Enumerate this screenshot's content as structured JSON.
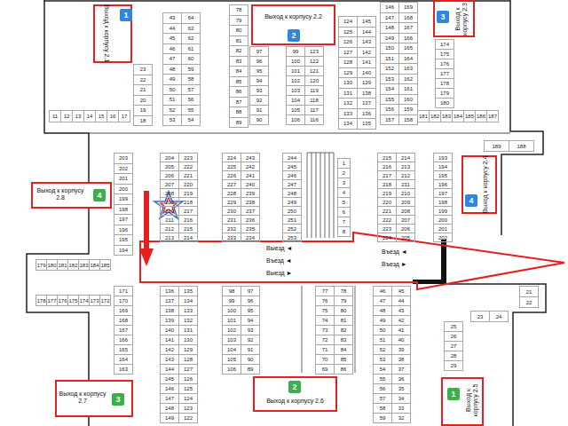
{
  "diagram": {
    "nodes": [
      {
        "text": [
          "Выход к корпусу 2.1"
        ]
      },
      {
        "text": [
          "1"
        ],
        "in": 0
      },
      {
        "text": [
          "Выход к корпусу 2.2"
        ]
      },
      {
        "text": [
          "2"
        ],
        "in": 2
      },
      {
        "text": [
          "Выход к корпусу 2.3"
        ]
      },
      {
        "text": [
          "3"
        ],
        "in": 4
      },
      {
        "text": [
          "Выход к корпусу 2.8"
        ]
      },
      {
        "text": [
          "4"
        ],
        "in": 6
      },
      {
        "text": [
          "Выход к корпусу 2.4"
        ]
      },
      {
        "text": [
          "4"
        ],
        "in": 8
      },
      {
        "text": [
          "Выход к корпусу 2.7"
        ]
      },
      {
        "text": [
          "3"
        ],
        "in": 10
      },
      {
        "text": [
          "Выход к корпусу 2.6"
        ]
      },
      {
        "text": [
          "2"
        ],
        "in": 12
      },
      {
        "text": [
          "Выход к корпусу 2.5"
        ]
      },
      {
        "text": [
          "1"
        ],
        "in": 14
      }
    ],
    "labels": [
      "Выезд ◄",
      "Въезд ◄",
      "Въезд ►",
      "Въезд ◄",
      "Выезд ►",
      "23",
      "22",
      "21",
      "20",
      "19",
      "18",
      "43",
      "44",
      "45",
      "46",
      "47",
      "48",
      "49",
      "50",
      "51",
      "52",
      "53",
      "64",
      "63",
      "62",
      "61",
      "60",
      "59",
      "58",
      "57",
      "56",
      "55",
      "54",
      "78",
      "79",
      "80",
      "81",
      "82",
      "83",
      "84",
      "85",
      "86",
      "87",
      "88",
      "89",
      "97",
      "96",
      "95",
      "94",
      "93",
      "92",
      "91",
      "90",
      "99",
      "100",
      "101",
      "102",
      "103",
      "104",
      "105",
      "106",
      "123",
      "122",
      "121",
      "120",
      "119",
      "118",
      "117",
      "116",
      "124",
      "125",
      "126",
      "127",
      "128",
      "129",
      "130",
      "131",
      "132",
      "133",
      "134",
      "145",
      "144",
      "143",
      "142",
      "141",
      "140",
      "139",
      "138",
      "137",
      "136",
      "135",
      "146",
      "147",
      "148",
      "149",
      "150",
      "151",
      "152",
      "153",
      "154",
      "155",
      "156",
      "157",
      "169",
      "168",
      "167",
      "166",
      "165",
      "164",
      "163",
      "162",
      "161",
      "160",
      "159",
      "158",
      "174",
      "175",
      "176",
      "177",
      "178",
      "179",
      "180",
      "11",
      "12",
      "13",
      "14",
      "15",
      "16",
      "17",
      "181",
      "182",
      "183",
      "184",
      "185",
      "186",
      "187",
      "189",
      "188",
      "203",
      "202",
      "201",
      "200",
      "199",
      "198",
      "197",
      "196",
      "195",
      "194",
      "179",
      "180",
      "181",
      "182",
      "183",
      "184",
      "185",
      "178",
      "177",
      "176",
      "175",
      "174",
      "173",
      "172",
      "204",
      "205",
      "206",
      "207",
      "208",
      "209",
      "210",
      "211",
      "212",
      "213",
      "223",
      "222",
      "221",
      "220",
      "219",
      "218",
      "217",
      "216",
      "215",
      "214",
      "224",
      "225",
      "226",
      "227",
      "228",
      "229",
      "230",
      "231",
      "232",
      "233",
      "243",
      "242",
      "241",
      "240",
      "239",
      "238",
      "237",
      "236",
      "235",
      "234",
      "244",
      "245",
      "246",
      "247",
      "248",
      "249",
      "250",
      "251",
      "252",
      "253",
      "1",
      "2",
      "3",
      "4",
      "5",
      "6",
      "7",
      "8",
      "215",
      "216",
      "217",
      "218",
      "219",
      "220",
      "221",
      "222",
      "223",
      "224",
      "214",
      "213",
      "212",
      "211",
      "210",
      "209",
      "208",
      "207",
      "206",
      "205",
      "193",
      "194",
      "195",
      "196",
      "197",
      "198",
      "199",
      "200",
      "201",
      "202",
      "171",
      "170",
      "169",
      "168",
      "167",
      "166",
      "165",
      "164",
      "163",
      "136",
      "137",
      "138",
      "139",
      "140",
      "141",
      "142",
      "143",
      "144",
      "145",
      "146",
      "147",
      "148",
      "149",
      "135",
      "134",
      "133",
      "132",
      "131",
      "130",
      "129",
      "128",
      "127",
      "126",
      "125",
      "124",
      "123",
      "122",
      "98",
      "99",
      "100",
      "101",
      "102",
      "103",
      "104",
      "105",
      "106",
      "97",
      "96",
      "95",
      "94",
      "93",
      "92",
      "91",
      "90",
      "89",
      "77",
      "76",
      "75",
      "74",
      "73",
      "72",
      "71",
      "70",
      "69",
      "78",
      "79",
      "80",
      "81",
      "82",
      "83",
      "84",
      "85",
      "86",
      "46",
      "47",
      "48",
      "49",
      "50",
      "51",
      "52",
      "53",
      "54",
      "55",
      "56",
      "57",
      "58",
      "59",
      "45",
      "44",
      "43",
      "42",
      "41",
      "40",
      "39",
      "38",
      "37",
      "36",
      "35",
      "34",
      "33",
      "32",
      "23",
      "24",
      "21",
      "22",
      "25",
      "26",
      "27",
      "28",
      "29"
    ]
  }
}
